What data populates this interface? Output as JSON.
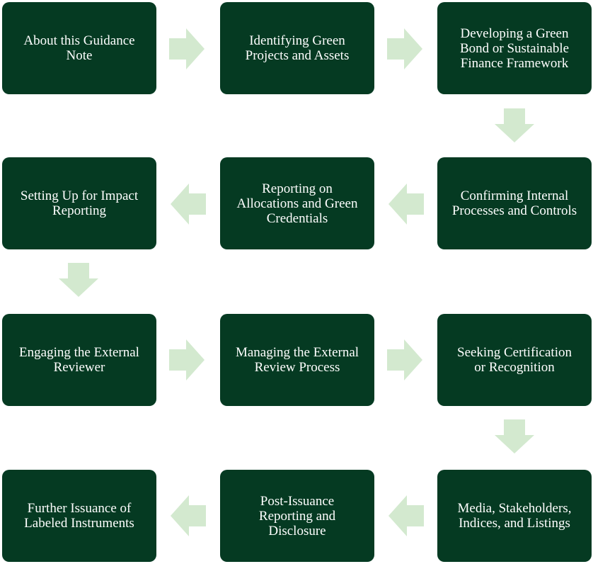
{
  "steps": [
    "About this Guidance\nNote",
    "Identifying Green\nProjects and Assets",
    "Developing a Green\nBond or Sustainable\nFinance Framework",
    "Confirming Internal\nProcesses and Controls",
    "Reporting on\nAllocations and Green\nCredentials",
    "Setting Up for Impact\nReporting",
    "Engaging the External\nReviewer",
    "Managing the External\nReview Process",
    "Seeking Certification\nor Recognition",
    "Media, Stakeholders,\nIndices, and Listings",
    "Post-Issuance\nReporting and\nDisclosure",
    "Further Issuance of\nLabeled Instruments"
  ],
  "colors": {
    "box": "#053a22",
    "arrow": "#d3e9cf",
    "text": "#ffffff"
  }
}
